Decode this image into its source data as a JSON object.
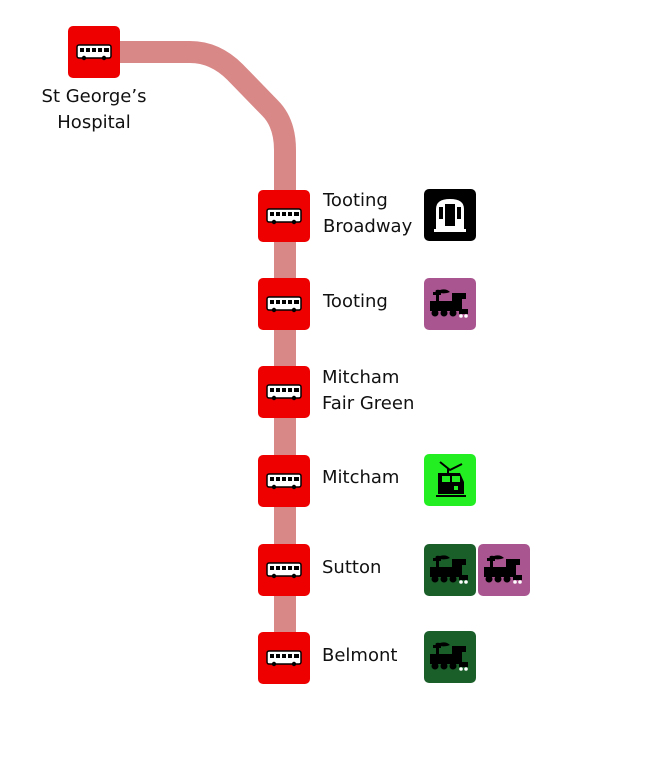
{
  "route": {
    "line_color": "#d98888",
    "stop_color": "#ee0000"
  },
  "stops": [
    {
      "name_lines": [
        "St George’s",
        "Hospital"
      ],
      "icon": "bus-icon"
    },
    {
      "name_lines": [
        "Tooting",
        "Broadway"
      ],
      "icon": "bus-icon",
      "interchanges": [
        {
          "type": "underground-icon",
          "color": "#000000"
        }
      ]
    },
    {
      "name_lines": [
        "Tooting"
      ],
      "icon": "bus-icon",
      "interchanges": [
        {
          "type": "national-rail-icon",
          "color": "#a9558f"
        }
      ]
    },
    {
      "name_lines": [
        "Mitcham",
        "Fair Green"
      ],
      "icon": "bus-icon"
    },
    {
      "name_lines": [
        "Mitcham"
      ],
      "icon": "bus-icon",
      "interchanges": [
        {
          "type": "tram-icon",
          "color": "#22ee22"
        }
      ]
    },
    {
      "name_lines": [
        "Sutton"
      ],
      "icon": "bus-icon",
      "interchanges": [
        {
          "type": "national-rail-icon",
          "color": "#1a5e2a"
        },
        {
          "type": "national-rail-icon",
          "color": "#a9558f"
        }
      ]
    },
    {
      "name_lines": [
        "Belmont"
      ],
      "icon": "bus-icon",
      "interchanges": [
        {
          "type": "national-rail-icon",
          "color": "#1a5e2a"
        }
      ]
    }
  ]
}
